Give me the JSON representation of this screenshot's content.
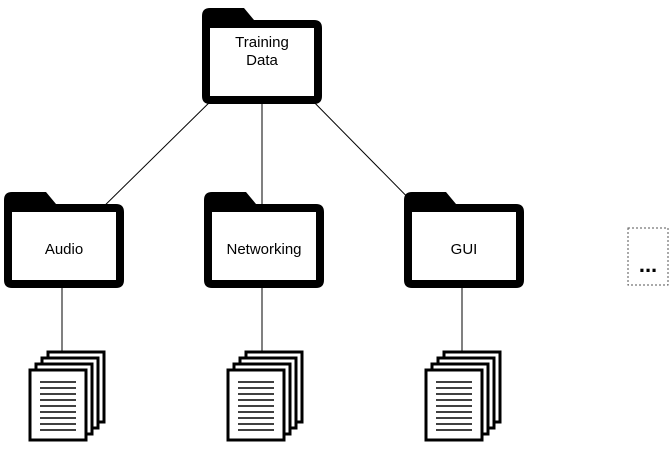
{
  "diagram": {
    "root": {
      "label_line1": "Training",
      "label_line2": "Data",
      "icon": "folder-icon"
    },
    "children": [
      {
        "label": "Audio",
        "icon": "folder-icon",
        "files_icon": "document-stack-icon"
      },
      {
        "label": "Networking",
        "icon": "folder-icon",
        "files_icon": "document-stack-icon"
      },
      {
        "label": "GUI",
        "icon": "folder-icon",
        "files_icon": "document-stack-icon"
      }
    ],
    "more": {
      "label": "..."
    }
  }
}
